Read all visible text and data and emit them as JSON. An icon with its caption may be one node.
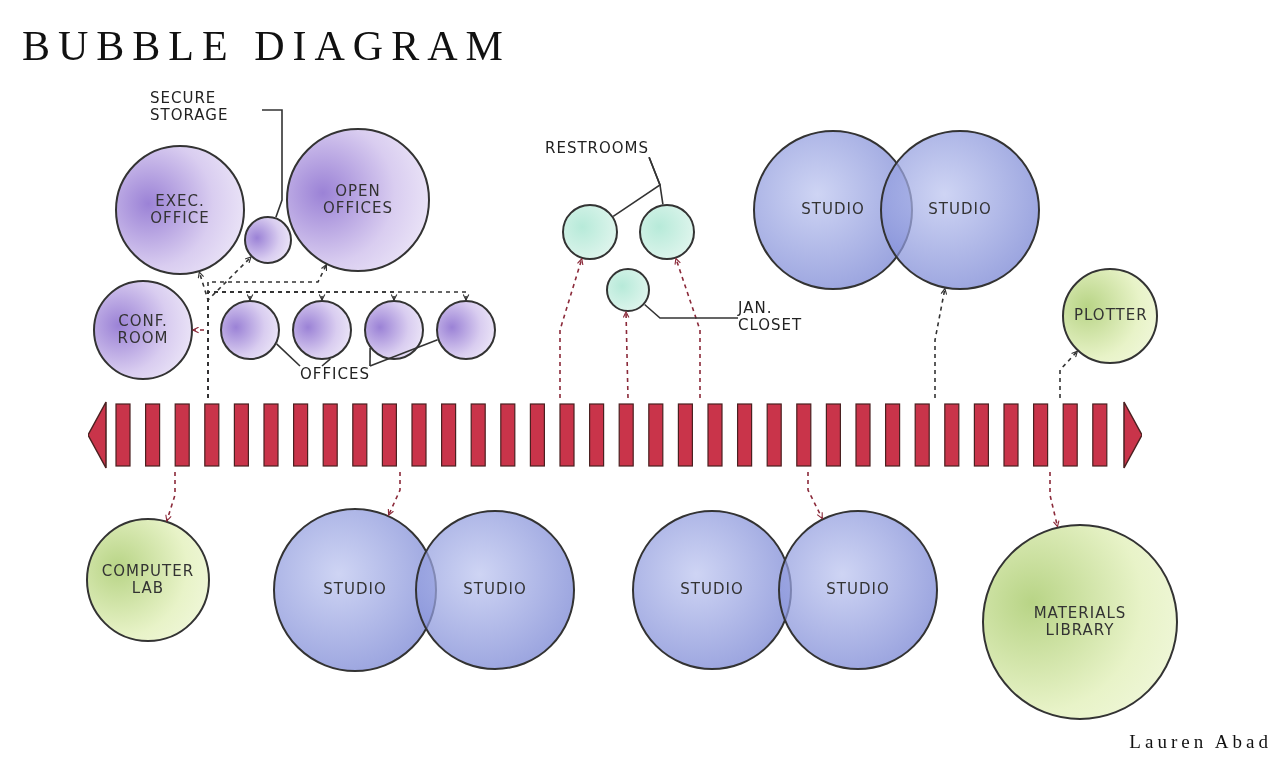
{
  "diagram": {
    "title": "BUBBLE DIAGRAM",
    "nodes": [
      {
        "text": [
          "EXEC. OFFICE"
        ]
      },
      {
        "text": [],
        "shape": "circle"
      },
      {
        "text": [
          "OPEN OFFICES"
        ]
      },
      {
        "text": [
          "CONF. ROOM"
        ]
      },
      {
        "text": [],
        "shape": "circle"
      },
      {
        "text": [],
        "shape": "circle"
      },
      {
        "text": [],
        "shape": "circle"
      },
      {
        "text": [],
        "shape": "circle"
      },
      {
        "text": [],
        "shape": "circle"
      },
      {
        "text": [],
        "shape": "circle"
      },
      {
        "text": [],
        "shape": "circle"
      },
      {
        "text": [
          "STUDIO"
        ]
      },
      {
        "text": [
          "STUDIO"
        ]
      },
      {
        "text": [
          "PLOTTER"
        ]
      },
      {
        "text": [],
        "shape": "bar"
      },
      {
        "text": [
          "COMPUTER LAB"
        ]
      },
      {
        "text": [
          "STUDIO"
        ]
      },
      {
        "text": [
          "STUDIO"
        ]
      },
      {
        "text": [
          "STUDIO"
        ]
      },
      {
        "text": [
          "STUDIO"
        ]
      },
      {
        "text": [
          "MATERIALS LIBRARY"
        ]
      },
      {
        "text": [
          "SECURE STORAGE"
        ]
      },
      {
        "text": [
          "OFFICES"
        ]
      },
      {
        "text": [
          "RESTROOMS"
        ]
      },
      {
        "text": [
          "JAN. CLOSET"
        ]
      }
    ],
    "edges": [
      {
        "from": 14,
        "to": 0,
        "arrow": "to",
        "style": "dashed"
      },
      {
        "from": 14,
        "to": 1,
        "arrow": "to",
        "style": "dashed"
      },
      {
        "from": 14,
        "to": 2,
        "arrow": "to",
        "style": "dashed"
      },
      {
        "from": 14,
        "to": 3,
        "arrow": "to",
        "style": "dashed",
        "color": "#8b2a3a"
      },
      {
        "from": 14,
        "to": 4,
        "arrow": "to",
        "style": "dashed"
      },
      {
        "from": 14,
        "to": 5,
        "arrow": "to",
        "style": "dashed"
      },
      {
        "from": 14,
        "to": 6,
        "arrow": "to",
        "style": "dashed"
      },
      {
        "from": 14,
        "to": 7,
        "arrow": "to",
        "style": "dashed"
      },
      {
        "from": 14,
        "to": 8,
        "arrow": "to",
        "style": "dashed",
        "color": "#8b2a3a"
      },
      {
        "from": 14,
        "to": 10,
        "arrow": "to",
        "style": "dashed",
        "color": "#8b2a3a"
      },
      {
        "from": 14,
        "to": 9,
        "arrow": "to",
        "style": "dashed",
        "color": "#8b2a3a"
      },
      {
        "from": 14,
        "to": 12,
        "arrow": "to",
        "style": "dashed"
      },
      {
        "from": 14,
        "to": 13,
        "arrow": "to",
        "style": "dashed"
      },
      {
        "from": 14,
        "to": 15,
        "arrow": "to",
        "style": "dashed",
        "color": "#8b2a3a"
      },
      {
        "from": 14,
        "to": 16,
        "arrow": "to",
        "style": "dashed",
        "color": "#8b2a3a"
      },
      {
        "from": 14,
        "to": 19,
        "arrow": "to",
        "style": "dashed",
        "color": "#8b2a3a"
      },
      {
        "from": 14,
        "to": 20,
        "arrow": "to",
        "style": "dashed",
        "color": "#8b2a3a"
      },
      {
        "from": 21,
        "to": 1,
        "arrow": "none"
      },
      {
        "from": 22,
        "to": 4,
        "arrow": "none"
      },
      {
        "from": 22,
        "to": 5,
        "arrow": "none"
      },
      {
        "from": 22,
        "to": 6,
        "arrow": "none"
      },
      {
        "from": 22,
        "to": 7,
        "arrow": "none"
      },
      {
        "from": 23,
        "to": 8,
        "arrow": "none"
      },
      {
        "from": 23,
        "to": 9,
        "arrow": "none"
      },
      {
        "from": 24,
        "to": 10,
        "arrow": "none"
      }
    ],
    "labels": [
      "Lauren Abad"
    ]
  }
}
